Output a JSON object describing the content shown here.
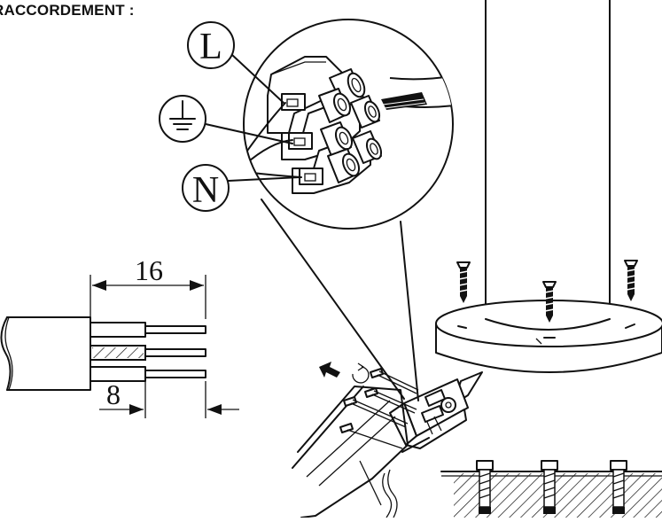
{
  "title": "RACCORDEMENT :",
  "terminals": {
    "live": "L",
    "neutral": "N",
    "earth_icon": "earth-ground-icon"
  },
  "dimensions": {
    "strip_total": "16",
    "strip_wire": "8"
  },
  "colors": {
    "line": "#111111",
    "background": "#ffffff"
  }
}
